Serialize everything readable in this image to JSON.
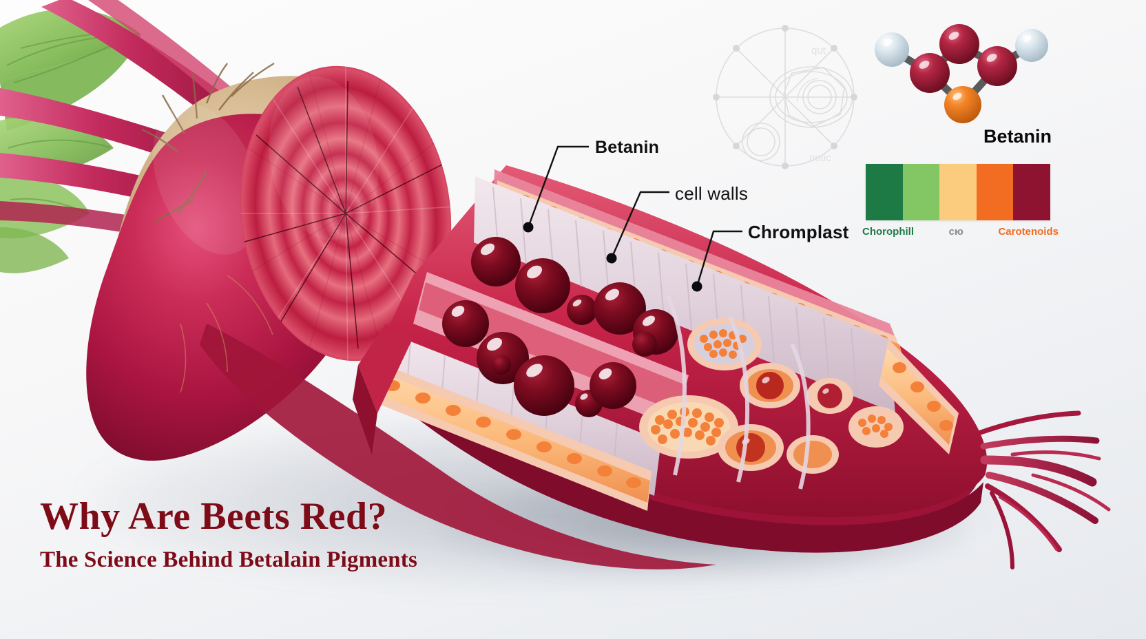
{
  "title": "Why Are Beets Red?",
  "subtitle": "The Science Behind Betalain Pigments",
  "callouts": [
    {
      "id": "betanin",
      "label": "Betanin"
    },
    {
      "id": "cell-walls",
      "label": "cell walls"
    },
    {
      "id": "chromplast",
      "label": "Chromplast"
    }
  ],
  "molecule": {
    "label": "Betanin",
    "atom_colors": {
      "carbon_red": "#a8203c",
      "oxygen_orange": "#f5862a",
      "hydrogen_white": "#d3dde4",
      "bond_gray": "#5a5a5a"
    },
    "atoms": [
      {
        "name": "hydrogen-left",
        "color": "#cfdae2"
      },
      {
        "name": "carbon-1",
        "color": "#a8203c"
      },
      {
        "name": "carbon-top",
        "color": "#a8203c"
      },
      {
        "name": "carbon-right",
        "color": "#a8203c"
      },
      {
        "name": "oxygen-bottom",
        "color": "#f5862a"
      },
      {
        "name": "hydrogen-right",
        "color": "#d6e1e8"
      }
    ]
  },
  "pigment_scale": {
    "swatches": [
      {
        "name": "dark-green",
        "color": "#1d7a45"
      },
      {
        "name": "light-green",
        "color": "#83c664"
      },
      {
        "name": "light-orange",
        "color": "#fbcb7e"
      },
      {
        "name": "orange",
        "color": "#f26c21"
      },
      {
        "name": "dark-red",
        "color": "#8e1330"
      }
    ],
    "labels": [
      {
        "text": "Chorophill",
        "color": "#1d7a45"
      },
      {
        "text": "cю",
        "color": "#8a8a8a"
      },
      {
        "text": "Carotenoids",
        "color": "#f26c21"
      }
    ]
  },
  "watermark": {
    "name": "plant-cell-radial-diagram",
    "faint_labels": [
      "qut",
      "notic"
    ]
  },
  "illustration": {
    "name": "beetroot-cross-section",
    "elements": [
      "leaves",
      "stalks",
      "bulb-skin",
      "cut-face-rings",
      "vacuole-betanin-droplets",
      "cell-wall-layer",
      "chromoplast-granules",
      "taproot"
    ],
    "colors": {
      "beet_skin": "#b81f47",
      "beet_flesh_light": "#e2596f",
      "beet_flesh_dark": "#a8173a",
      "betanin_droplet": "#7a0a1c",
      "cell_wall": "#e9dfe6",
      "chromoplast": "#f58a3c",
      "stalk": "#c0265a",
      "leaf": "#8fbf63"
    }
  }
}
